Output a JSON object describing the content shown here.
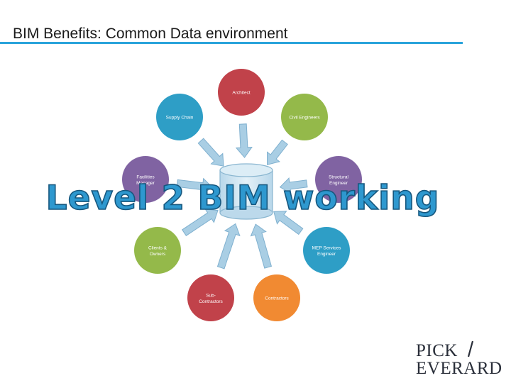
{
  "slide": {
    "title": "BIM Benefits: Common Data environment"
  },
  "diagram": {
    "banner_text": "Level 2 BIM working",
    "nodes": [
      {
        "label": "Architect",
        "color": "#c1424a"
      },
      {
        "label": "Civil Engineers",
        "color": "#94b94a"
      },
      {
        "label": "Structural Engineer",
        "color": "#8063a2"
      },
      {
        "label": "MEP Services Engineer",
        "color": "#2e9ec6"
      },
      {
        "label": "Contractors",
        "color": "#f18a32"
      },
      {
        "label": "Sub-Contractors",
        "color": "#c1424a"
      },
      {
        "label": "Clients & Owners",
        "color": "#94b94a"
      },
      {
        "label": "Facilities Manager",
        "color": "#8063a2"
      },
      {
        "label": "Supply Chain",
        "color": "#2e9ec6"
      }
    ],
    "hub_color": "#c9e1ef",
    "arrow_color": "#a9cee4",
    "banner_color": "#2e98cf"
  },
  "logo": {
    "line1": "PICK",
    "line2": "EVERARD"
  }
}
